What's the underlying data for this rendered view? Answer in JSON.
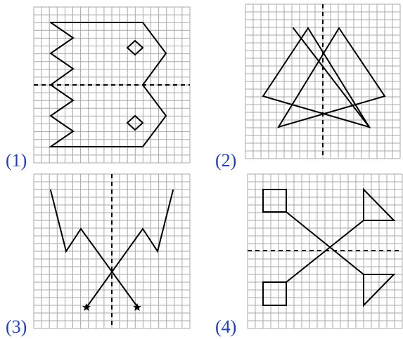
{
  "panels": [
    {
      "id": "1",
      "label": "(1)",
      "axis": "horizontal"
    },
    {
      "id": "2",
      "label": "(2)",
      "axis": "vertical"
    },
    {
      "id": "3",
      "label": "(3)",
      "axis": "vertical"
    },
    {
      "id": "4",
      "label": "(4)",
      "axis": "horizontal"
    }
  ],
  "colors": {
    "label": "#1f3fbf",
    "grid": "#a9a9a9",
    "line": "#000000"
  },
  "icons": {
    "marker": "star-icon"
  }
}
